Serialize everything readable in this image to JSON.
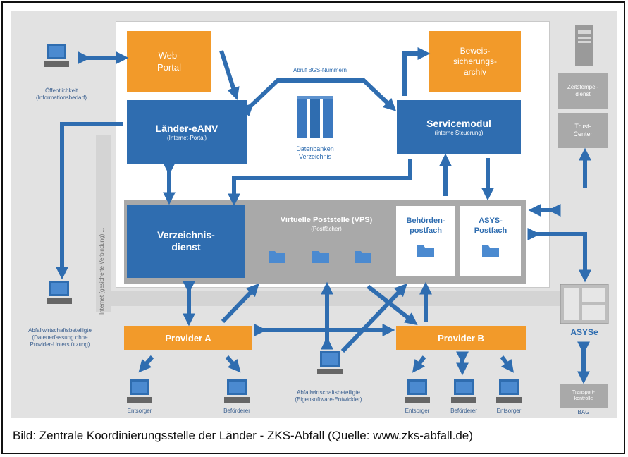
{
  "nodes": {
    "web_portal": "Web-\nPortal",
    "beweis": "Beweis-\nsicherungs-\narchiv",
    "laender_title": "Länder-eANV",
    "laender_sub": "(Internet-Portal)",
    "service_title": "Servicemodul",
    "service_sub": "(interne Steuerung)",
    "datenbanken": "Datenbanken\nVerzeichnis",
    "abruf": "Abruf BGS-Nummern",
    "verzeichnis": "Verzeichnis-\ndienst",
    "vps_title": "Virtuelle Poststelle (VPS)",
    "vps_sub": "(Postfächer)",
    "behoerden": "Behörden-\npostfach",
    "asys_postfach": "ASYS-\nPostfach",
    "provider_a": "Provider A",
    "provider_b": "Provider B",
    "zeitstempel": "Zeitstempel-\ndienst",
    "trust": "Trust-\nCenter",
    "asyse": "ASYSe",
    "transport": "Transport-\nkontrolle",
    "bag": "BAG",
    "oeffentlichkeit": "Öffentlichkeit\n(Informationsbedarf)",
    "abfall_left": "Abfallwirtschaftsbeteiligte\n(Datenerfassung ohne\nProvider-Unterstützung)",
    "abfall_center": "Abfallwirtschaftsbeteiligte\n(Eigensoftware-Entwickler)",
    "internet_vertical": "Internet (gesicherte Verbindung) ...",
    "entsorger": "Entsorger",
    "befoerderer": "Beförderer"
  },
  "caption": "Bild: Zentrale Koordinierungsstelle der Länder - ZKS-Abfall (Quelle: www.zks-abfall.de)",
  "colors": {
    "blue": "#2f6db0",
    "orange": "#f29a2a",
    "grey": "#a9a9a9",
    "background": "#e2e2e2"
  }
}
